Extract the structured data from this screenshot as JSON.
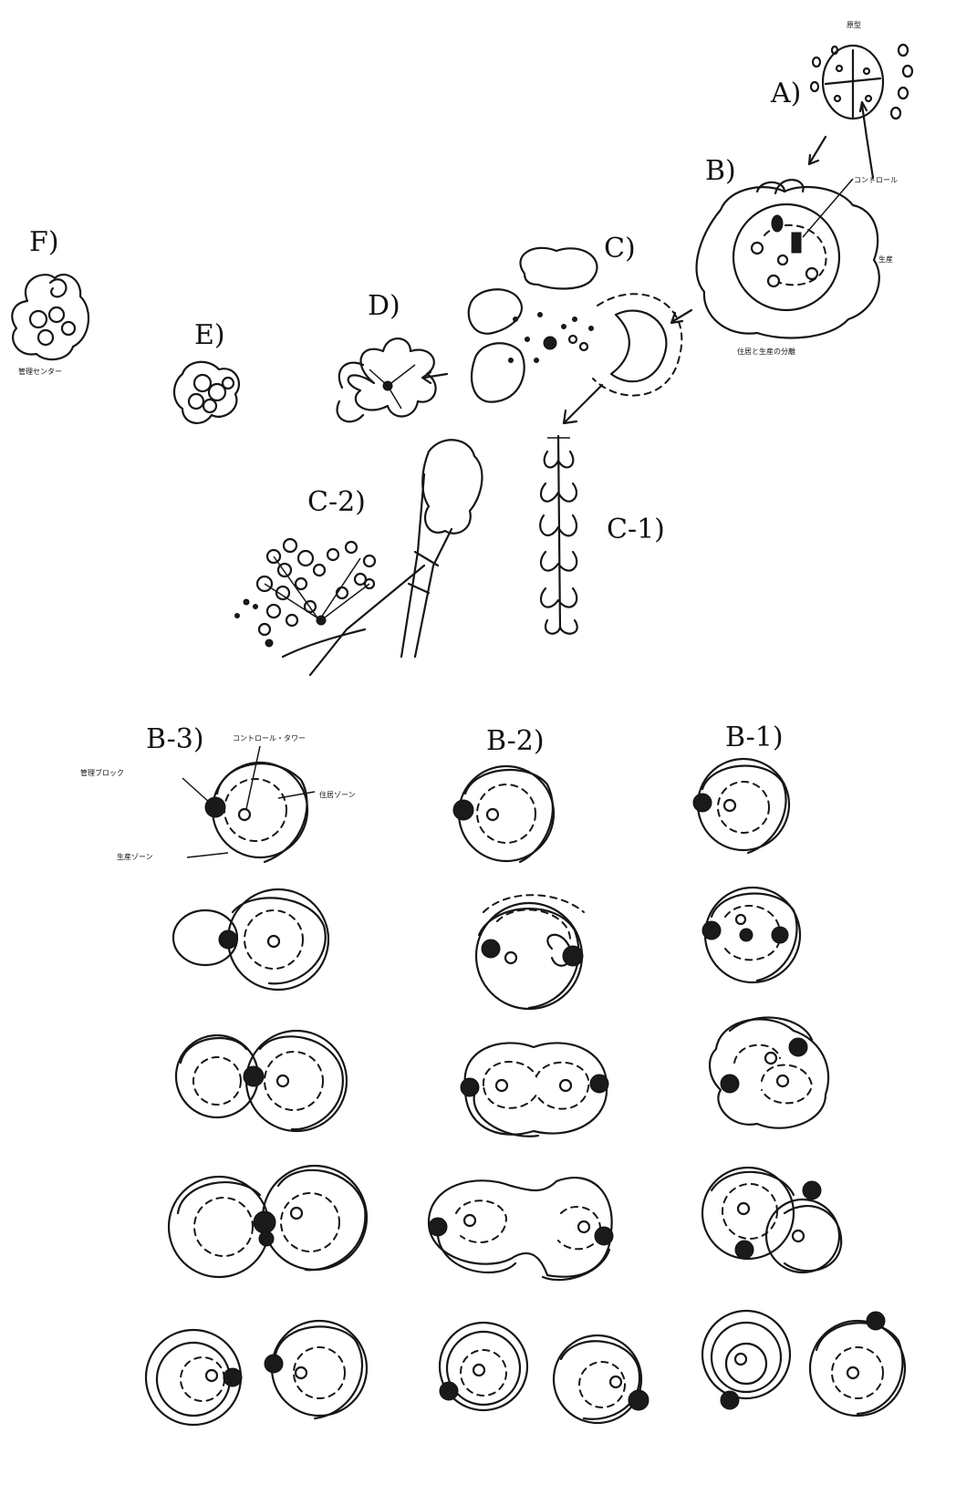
{
  "labels": {
    "A": "A)",
    "B": "B)",
    "C": "C)",
    "D": "D)",
    "E": "E)",
    "F": "F)",
    "C1": "C-1)",
    "C2": "C-2)",
    "B1": "B-1)",
    "B2": "B-2)",
    "B3": "B-3)"
  },
  "annotations": {
    "a_top": "原型",
    "b_control": "コントロール",
    "b_side": "生産",
    "b_caption": "住居と生産の分離",
    "f_caption": "管理センター",
    "b3_control_tower": "コントロール・タワー",
    "b3_management_block": "管理ブロック",
    "b3_living_zone": "住居ゾーン",
    "b3_production_zone": "生産ゾーン"
  }
}
